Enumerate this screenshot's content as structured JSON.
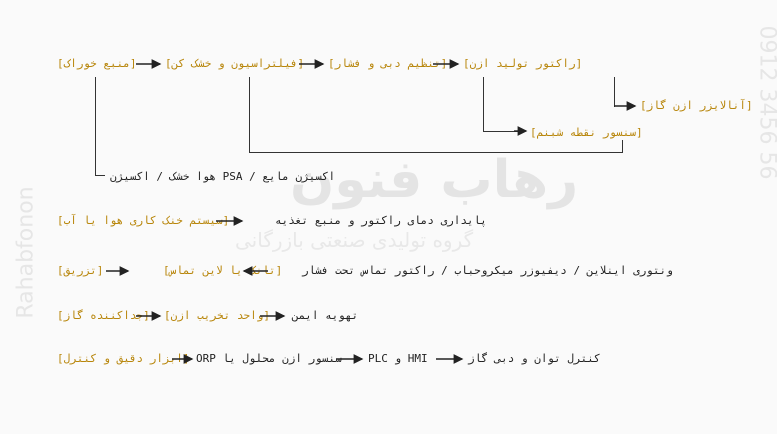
{
  "watermark": {
    "brand": "رهاب فنون",
    "tagline": "گروه تولیدی صنعتی بازرگانی",
    "side_left": "Rahabfonon",
    "side_right": "0912 3456 56"
  },
  "row1": {
    "feed": "[منبع خوراک]",
    "filter": "[فیلتراسیون و خشک کن]",
    "flow": "[تنظیم دبی و فشار]",
    "reactor": "[راکتور تولید ازن]",
    "analyzer": "[آنالایزر ازن گاز]",
    "dew": "[سنسور نقطه شبنم]",
    "oxygen": "اکسیژن مایع / PSA هوا خشک / اکسیژن"
  },
  "row2": {
    "cooling": "[سیستم خنک کاری هوا یا آب]",
    "stability": "پایداری دمای راکتور و منبع تغذیه"
  },
  "row3": {
    "injection": "[تزریق]",
    "contact": "[تانک یا لاین تماس]",
    "venturi": "ونتوری اینلاین / دیفیوزر میکروحباب / راکتور تماس تحت فشار"
  },
  "row4": {
    "separator": "[جداکننده گاز]",
    "destruct": "[واحد تخریب ازن]",
    "vent": "تهویه ایمن"
  },
  "row5": {
    "instr": "[ابزار دقیق و کنترل]",
    "sensors": "سنسور ازن محلول یا ORP",
    "plc": "PLC و HMI",
    "control": "کنترل توان و دبی گاز"
  }
}
